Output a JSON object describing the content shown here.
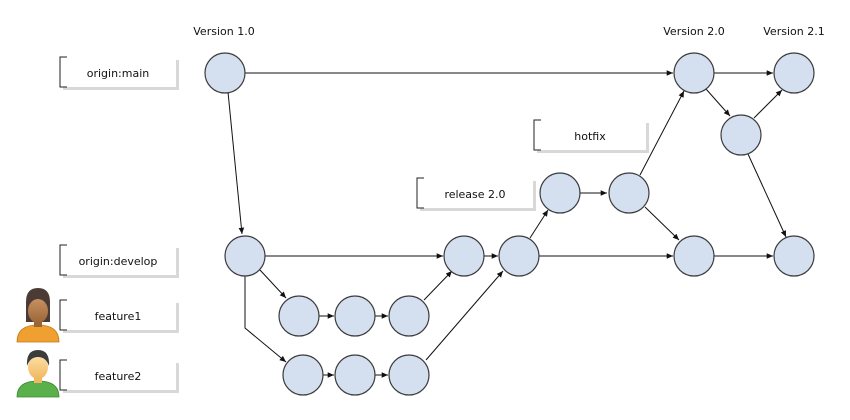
{
  "versions": [
    {
      "id": "v10",
      "text": "Version 1.0"
    },
    {
      "id": "v20",
      "text": "Version 2.0"
    },
    {
      "id": "v21",
      "text": "Version 2.1"
    }
  ],
  "branch_labels": [
    {
      "id": "main",
      "text": "origin:main"
    },
    {
      "id": "develop",
      "text": "origin:develop"
    },
    {
      "id": "feature1",
      "text": "feature1"
    },
    {
      "id": "feature2",
      "text": "feature2"
    },
    {
      "id": "release",
      "text": "release 2.0"
    },
    {
      "id": "hotfix",
      "text": "hotfix"
    }
  ],
  "colors": {
    "node_fill": "#d4dff0",
    "node_stroke": "#3b3b3b",
    "edge": "#111111",
    "avatar1_shirt": "#f0a030",
    "avatar1_hair": "#4a3c34",
    "avatar2_shirt": "#5ab04a",
    "avatar2_hair": "#3c3c3c",
    "skin": "#f6c77a"
  },
  "icons": [
    "female-user-icon",
    "male-user-icon"
  ]
}
